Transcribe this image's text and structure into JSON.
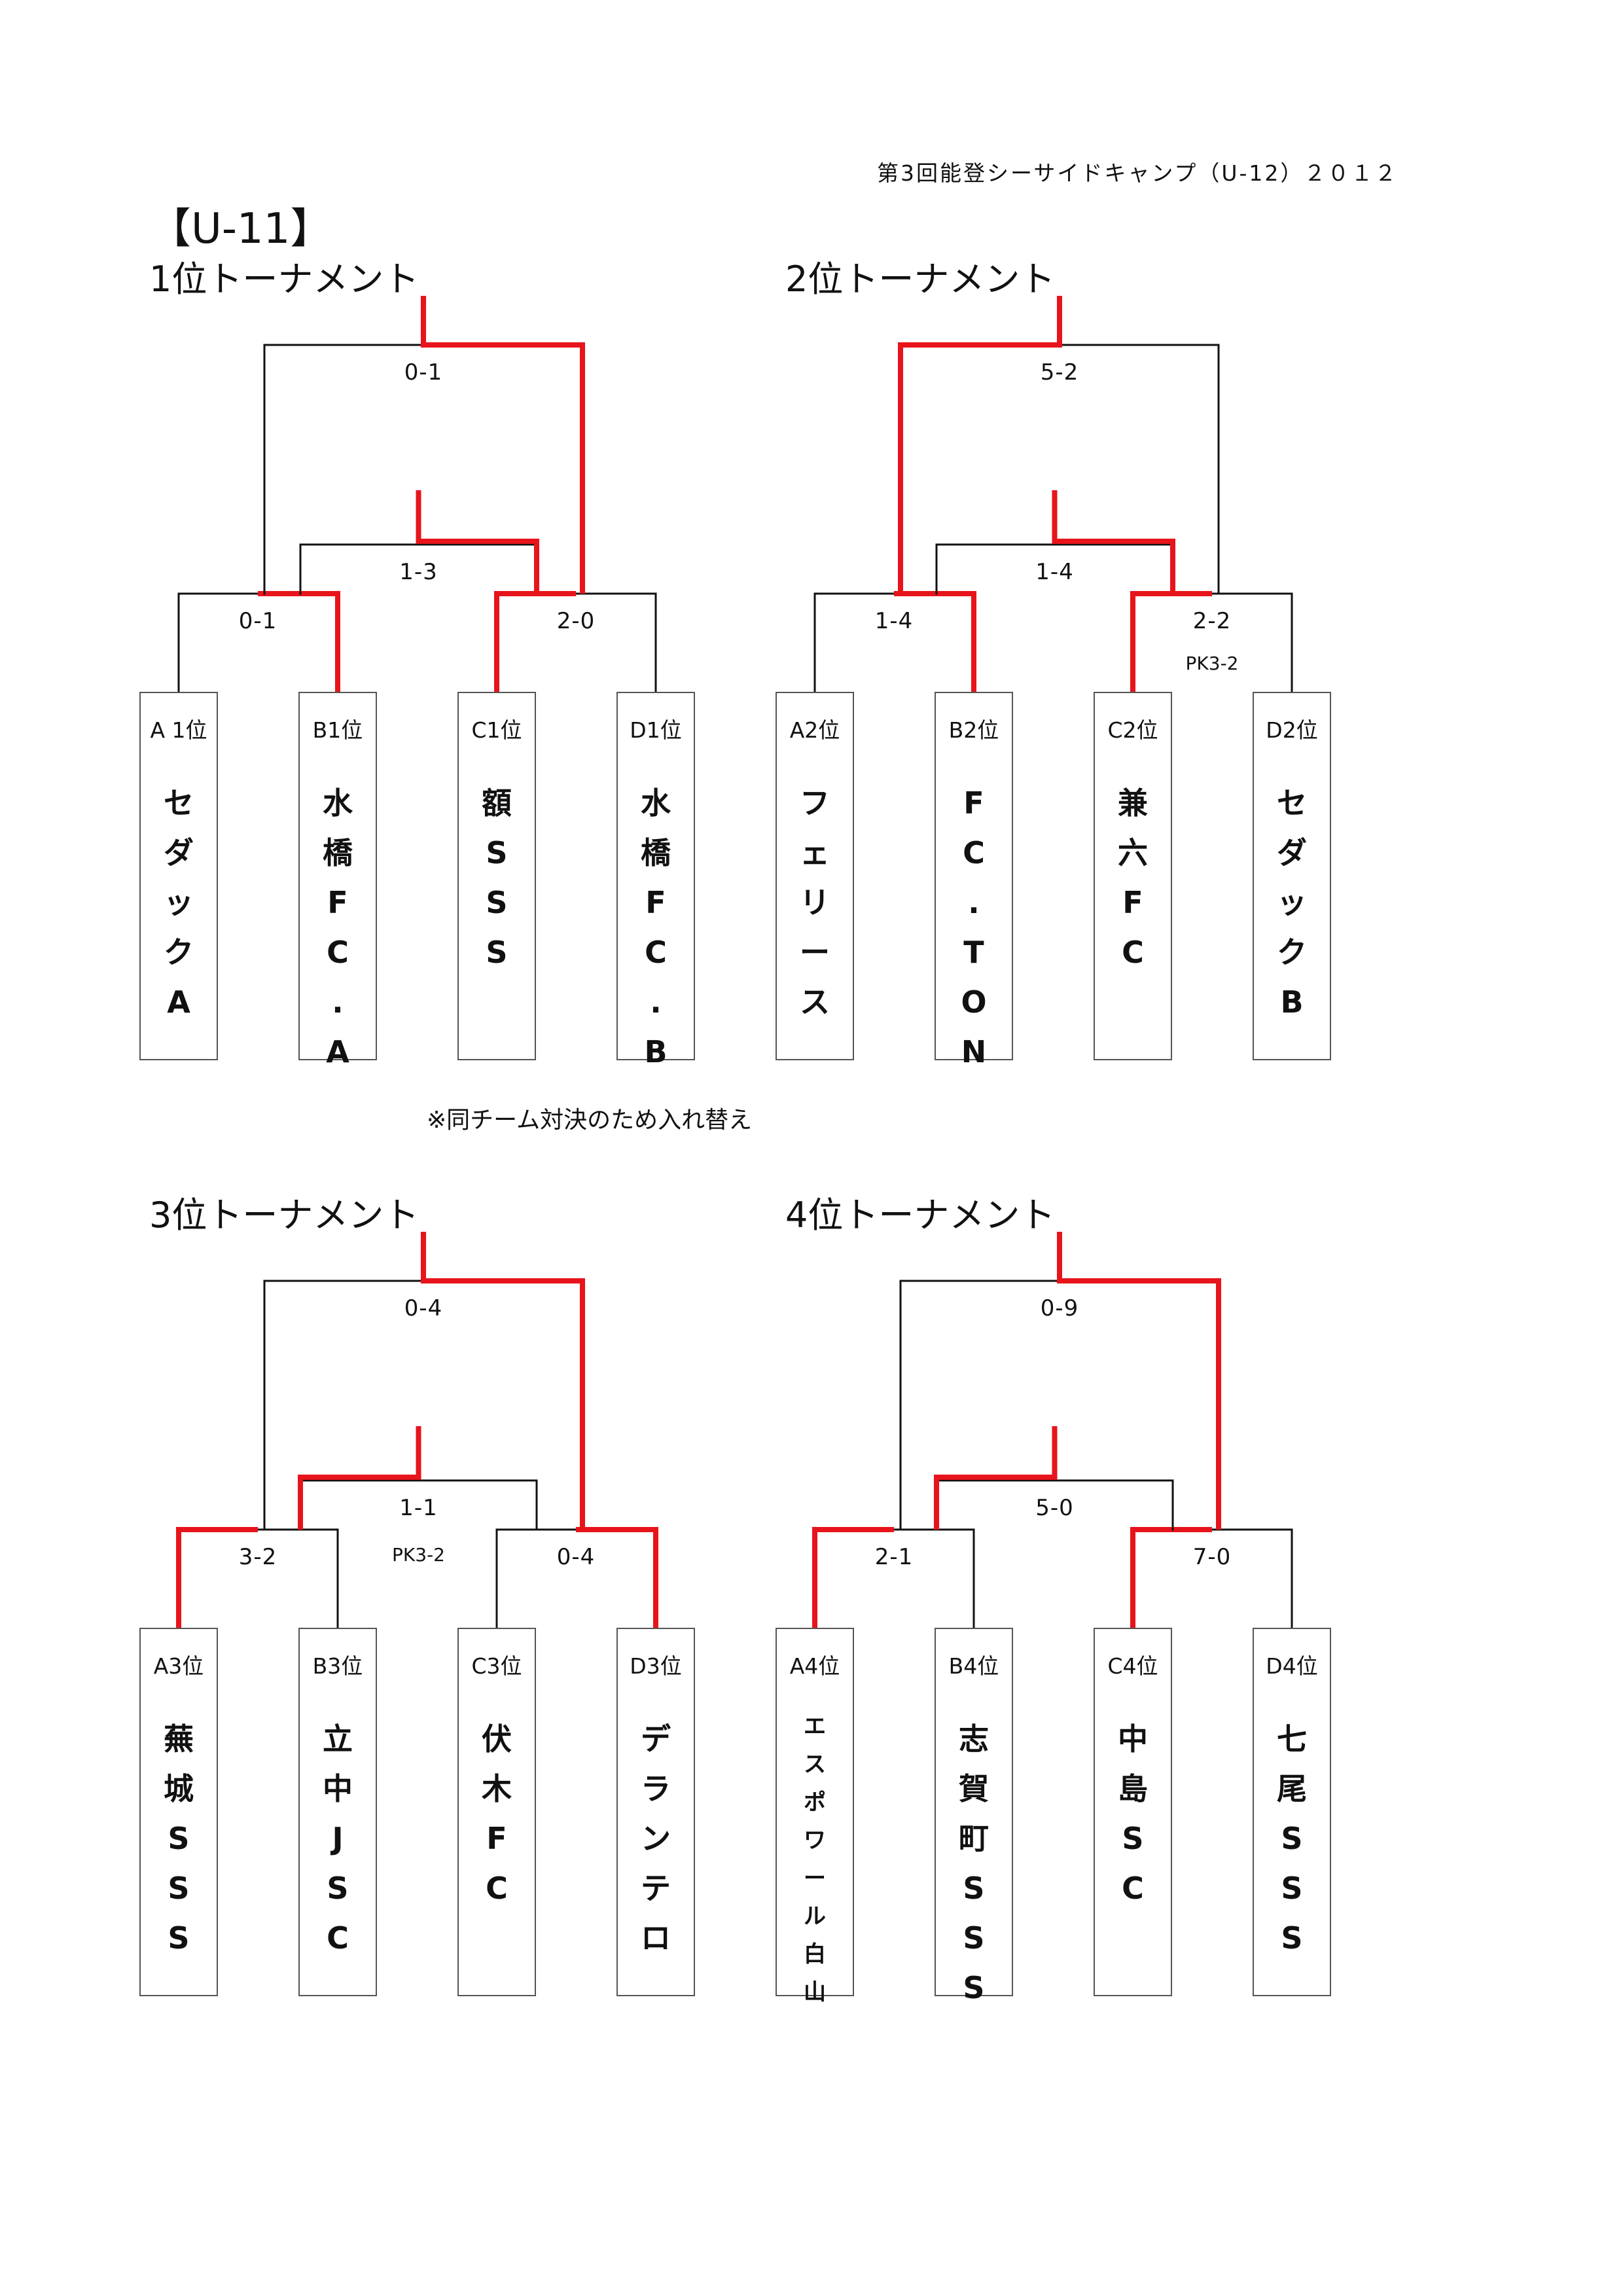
{
  "header": "第3回能登シーサイドキャンプ（U-12）２０１２",
  "category": "【U-11】",
  "note": "※同チーム対決のため入れ替え",
  "colors": {
    "winner_line": "#e8141b",
    "line": "#111111",
    "box_border": "#555555"
  },
  "brackets": [
    {
      "title": "1位トーナメント",
      "final": {
        "score": "0-1",
        "winner": "right"
      },
      "third_place": {
        "score": "1-3",
        "winner": "right"
      },
      "semis": [
        {
          "score": "0-1",
          "winner": "right",
          "pk": ""
        },
        {
          "score": "2-0",
          "winner": "left",
          "pk": ""
        }
      ],
      "teams": [
        {
          "seed": "A 1位",
          "name": "セダックA"
        },
        {
          "seed": "B1位",
          "name": "水橋FC.A"
        },
        {
          "seed": "C1位",
          "name": "額SSS"
        },
        {
          "seed": "D1位",
          "name": "水橋FC.B"
        }
      ]
    },
    {
      "title": "2位トーナメント",
      "final": {
        "score": "5-2",
        "winner": "left"
      },
      "third_place": {
        "score": "1-4",
        "winner": "right"
      },
      "semis": [
        {
          "score": "1-4",
          "winner": "right",
          "pk": ""
        },
        {
          "score": "2-2",
          "winner": "left",
          "pk": "PK3-2"
        }
      ],
      "teams": [
        {
          "seed": "A2位",
          "name": "フェリース"
        },
        {
          "seed": "B2位",
          "name": "FC.TON"
        },
        {
          "seed": "C2位",
          "name": "兼六FC"
        },
        {
          "seed": "D2位",
          "name": "セダックB"
        }
      ]
    },
    {
      "title": "3位トーナメント",
      "final": {
        "score": "0-4",
        "winner": "right"
      },
      "third_place": {
        "score": "1-1",
        "winner": "left",
        "pk": "PK3-2"
      },
      "semis": [
        {
          "score": "3-2",
          "winner": "left",
          "pk": ""
        },
        {
          "score": "0-4",
          "winner": "right",
          "pk": ""
        }
      ],
      "teams": [
        {
          "seed": "A3位",
          "name": "蕪城SSS"
        },
        {
          "seed": "B3位",
          "name": "立中JSC"
        },
        {
          "seed": "C3位",
          "name": "伏木FC"
        },
        {
          "seed": "D3位",
          "name": "デランテロ"
        }
      ]
    },
    {
      "title": "4位トーナメント",
      "final": {
        "score": "0-9",
        "winner": "right"
      },
      "third_place": {
        "score": "5-0",
        "winner": "left"
      },
      "semis": [
        {
          "score": "2-1",
          "winner": "left",
          "pk": ""
        },
        {
          "score": "7-0",
          "winner": "left",
          "pk": ""
        }
      ],
      "teams": [
        {
          "seed": "A4位",
          "name": "エスポワール白山"
        },
        {
          "seed": "B4位",
          "name": "志賀町SSS"
        },
        {
          "seed": "C4位",
          "name": "中島SC"
        },
        {
          "seed": "D4位",
          "name": "七尾SSS"
        }
      ]
    }
  ]
}
